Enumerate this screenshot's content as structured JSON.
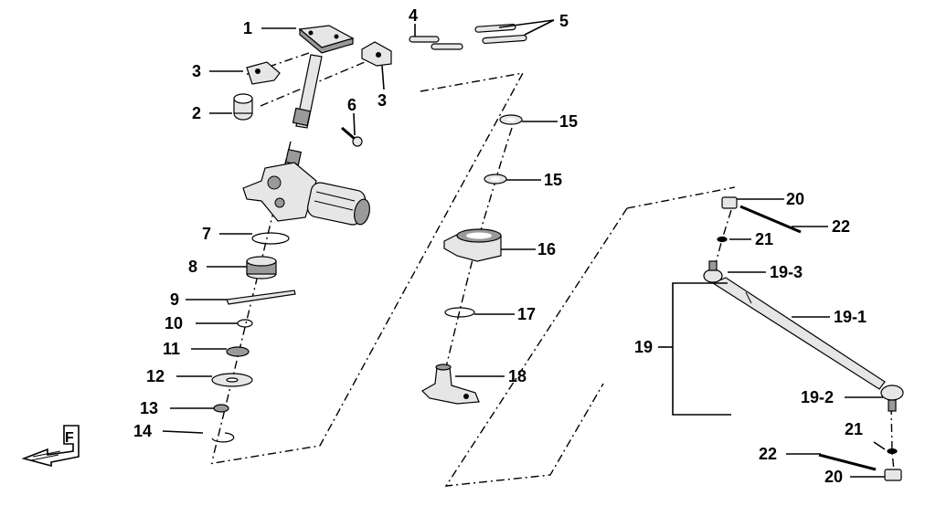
{
  "callouts": {
    "c1": "1",
    "c2": "2",
    "c3a": "3",
    "c3b": "3",
    "c4": "4",
    "c5": "5",
    "c6": "6",
    "c7": "7",
    "c8": "8",
    "c9": "9",
    "c10": "10",
    "c11": "11",
    "c12": "12",
    "c13": "13",
    "c14": "14",
    "c15a": "15",
    "c15b": "15",
    "c16": "16",
    "c17": "17",
    "c18": "18",
    "c19": "19",
    "c19_1": "19-1",
    "c19_2": "19-2",
    "c19_3": "19-3",
    "c20a": "20",
    "c20b": "20",
    "c21a": "21",
    "c21b": "21",
    "c22a": "22",
    "c22b": "22"
  },
  "front_indicator": "F",
  "colors": {
    "ink": "#000000",
    "part_fill": "#e6e6e6",
    "shade": "#9a9a9a",
    "background": "#ffffff"
  }
}
